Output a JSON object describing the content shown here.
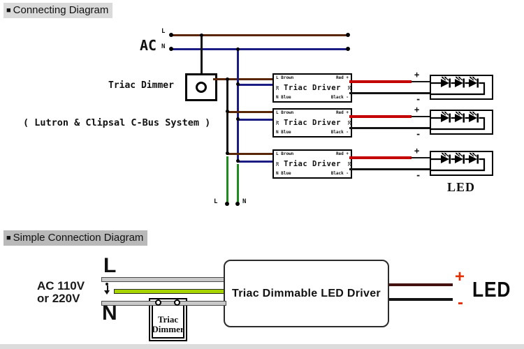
{
  "colors": {
    "wire_brown": "#5a2608",
    "wire_navy": "#1c1c85",
    "wire_red": "#c40000",
    "wire_black": "#141414",
    "wire_green": "#1e8c1e",
    "green_yellow_bar": "#a8d400",
    "accent_red": "#e23000",
    "chip1_bg": "#dadada",
    "chip2_bg": "#b9b9b9"
  },
  "connecting_diagram": {
    "bullet": "■",
    "title": "Connecting Diagram",
    "ac_label": "AC",
    "l_label": "L",
    "n_label": "N",
    "dimmer_label": "Triac Dimmer",
    "system_note": "( Lutron & Clipsal C-Bus System )",
    "branch_l_label": "L",
    "branch_n_label": "N",
    "drivers": [
      {
        "name": "Triac Driver",
        "in_top": "L Brown",
        "in_bottom": "N Blue",
        "out_top": "Red +",
        "out_bottom": "Black -",
        "in_edge": "AC",
        "out_edge": "DC",
        "plus": "+",
        "minus": "-"
      },
      {
        "name": "Triac Driver",
        "in_top": "L Brown",
        "in_bottom": "N Blue",
        "out_top": "Red +",
        "out_bottom": "Black -",
        "in_edge": "AC",
        "out_edge": "DC",
        "plus": "+",
        "minus": "-"
      },
      {
        "name": "Triac Driver",
        "in_top": "L Brown",
        "in_bottom": "N Blue",
        "out_top": "Red +",
        "out_bottom": "Black -",
        "in_edge": "AC",
        "out_edge": "DC",
        "plus": "+",
        "minus": "-"
      }
    ],
    "led_caption": "LED"
  },
  "simple_diagram": {
    "bullet": "■",
    "title": "Simple Connection Diagram",
    "ac_voltage_line1": "AC 110V",
    "ac_voltage_line2": "or 220V",
    "l_label": "L",
    "n_label": "N",
    "dimmer_label_line1": "Triac",
    "dimmer_label_line2": "Dimmer",
    "driver_label": "Triac Dimmable LED Driver",
    "plus_label": "+",
    "minus_label": "-",
    "led_label": "LED"
  }
}
